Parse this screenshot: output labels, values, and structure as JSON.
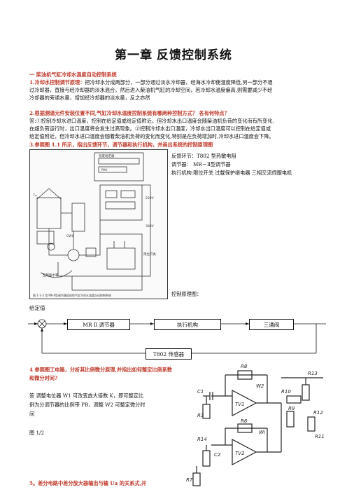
{
  "page": {
    "title": "第一章 反馈控制系统"
  },
  "section1": {
    "heading": "一 柴油机气缸冷却水温度自动控制系统",
    "item1_label": "1.冷却水控制调节原理：",
    "item1_lines": [
      "把冷却水分成两部分，一部分通过淡水冷却器，经海水冷却使温度降低,另一部分不通",
      "过冷却器，直接与经冷却器的淡水混合。然后进入柴油机气缸的冷却空间，若冷却水温度偏高,则需要减少不经",
      "冷却器的旁通水量，增加经冷却器的淡水量，反之亦然"
    ],
    "item2_question": "2.根据测温元件安装位置不同,气缸冷却水温度控制系统有哪两种控制方式？ 各有何特点？",
    "item2_lines": [
      "答:①控制冷却水进口温度，控制在给定值或给定值附近。但冷却水出口温度会随柴油机负荷的变化而有所变化,",
      "在超负荷运行时，出口温度将会发生过高现象。②控制冷却水出口温度，冷却水出口温度可以控制在给定值或",
      "给定值附近，但冷却水进口温度会随着柴油机负荷的变化而变化,特别是在负荷增加时,冷却水进口温度会下降。"
    ],
    "item3_question": "3.参照图 1.1 所示，指出反馈环节，调节器和执行机构，并画出系统的控制原理图",
    "answer_lines": [
      "反馈环节：T802 型热敏电阻",
      "调节器：     MR－Ⅱ型调节器",
      "执行机构:限位开关 过载保护继电器 三相交流伺服电机"
    ],
    "diagram_label": "控制原理图：",
    "figure_caption": "图 1-1-3  用 MR-Ⅱ型调节器组成的气缸冷却水温度自动控制系统"
  },
  "block_diagram": {
    "setpoint": "给定值",
    "controller": "MR Ⅱ 调节器",
    "actuator": "执行机构",
    "valve": "三通阀",
    "sensor": "T802 传感器"
  },
  "section4": {
    "question": "4 参照图工电路，分析其比例微分原理,并指出如何整定比例系数和微分时间?",
    "answer_lines": [
      "答  调整电位器 W1  可改变放大倍数 K，即可整定比",
      "例为分调节器的比例带 PB，调整 W2 可整定微分时",
      "间"
    ],
    "fig_ref": "图 1/2"
  },
  "section5": {
    "question": "5。差分电路中差分放大器输出与输 Ua 的关系式,并"
  },
  "circuit_labels": [
    "R8",
    "W2",
    "R10",
    "R13",
    "R11",
    "R3",
    "R9",
    "R14",
    "R6",
    "Wi",
    "R7",
    "R12",
    "C1",
    "C2",
    "TV1",
    "TV2"
  ]
}
